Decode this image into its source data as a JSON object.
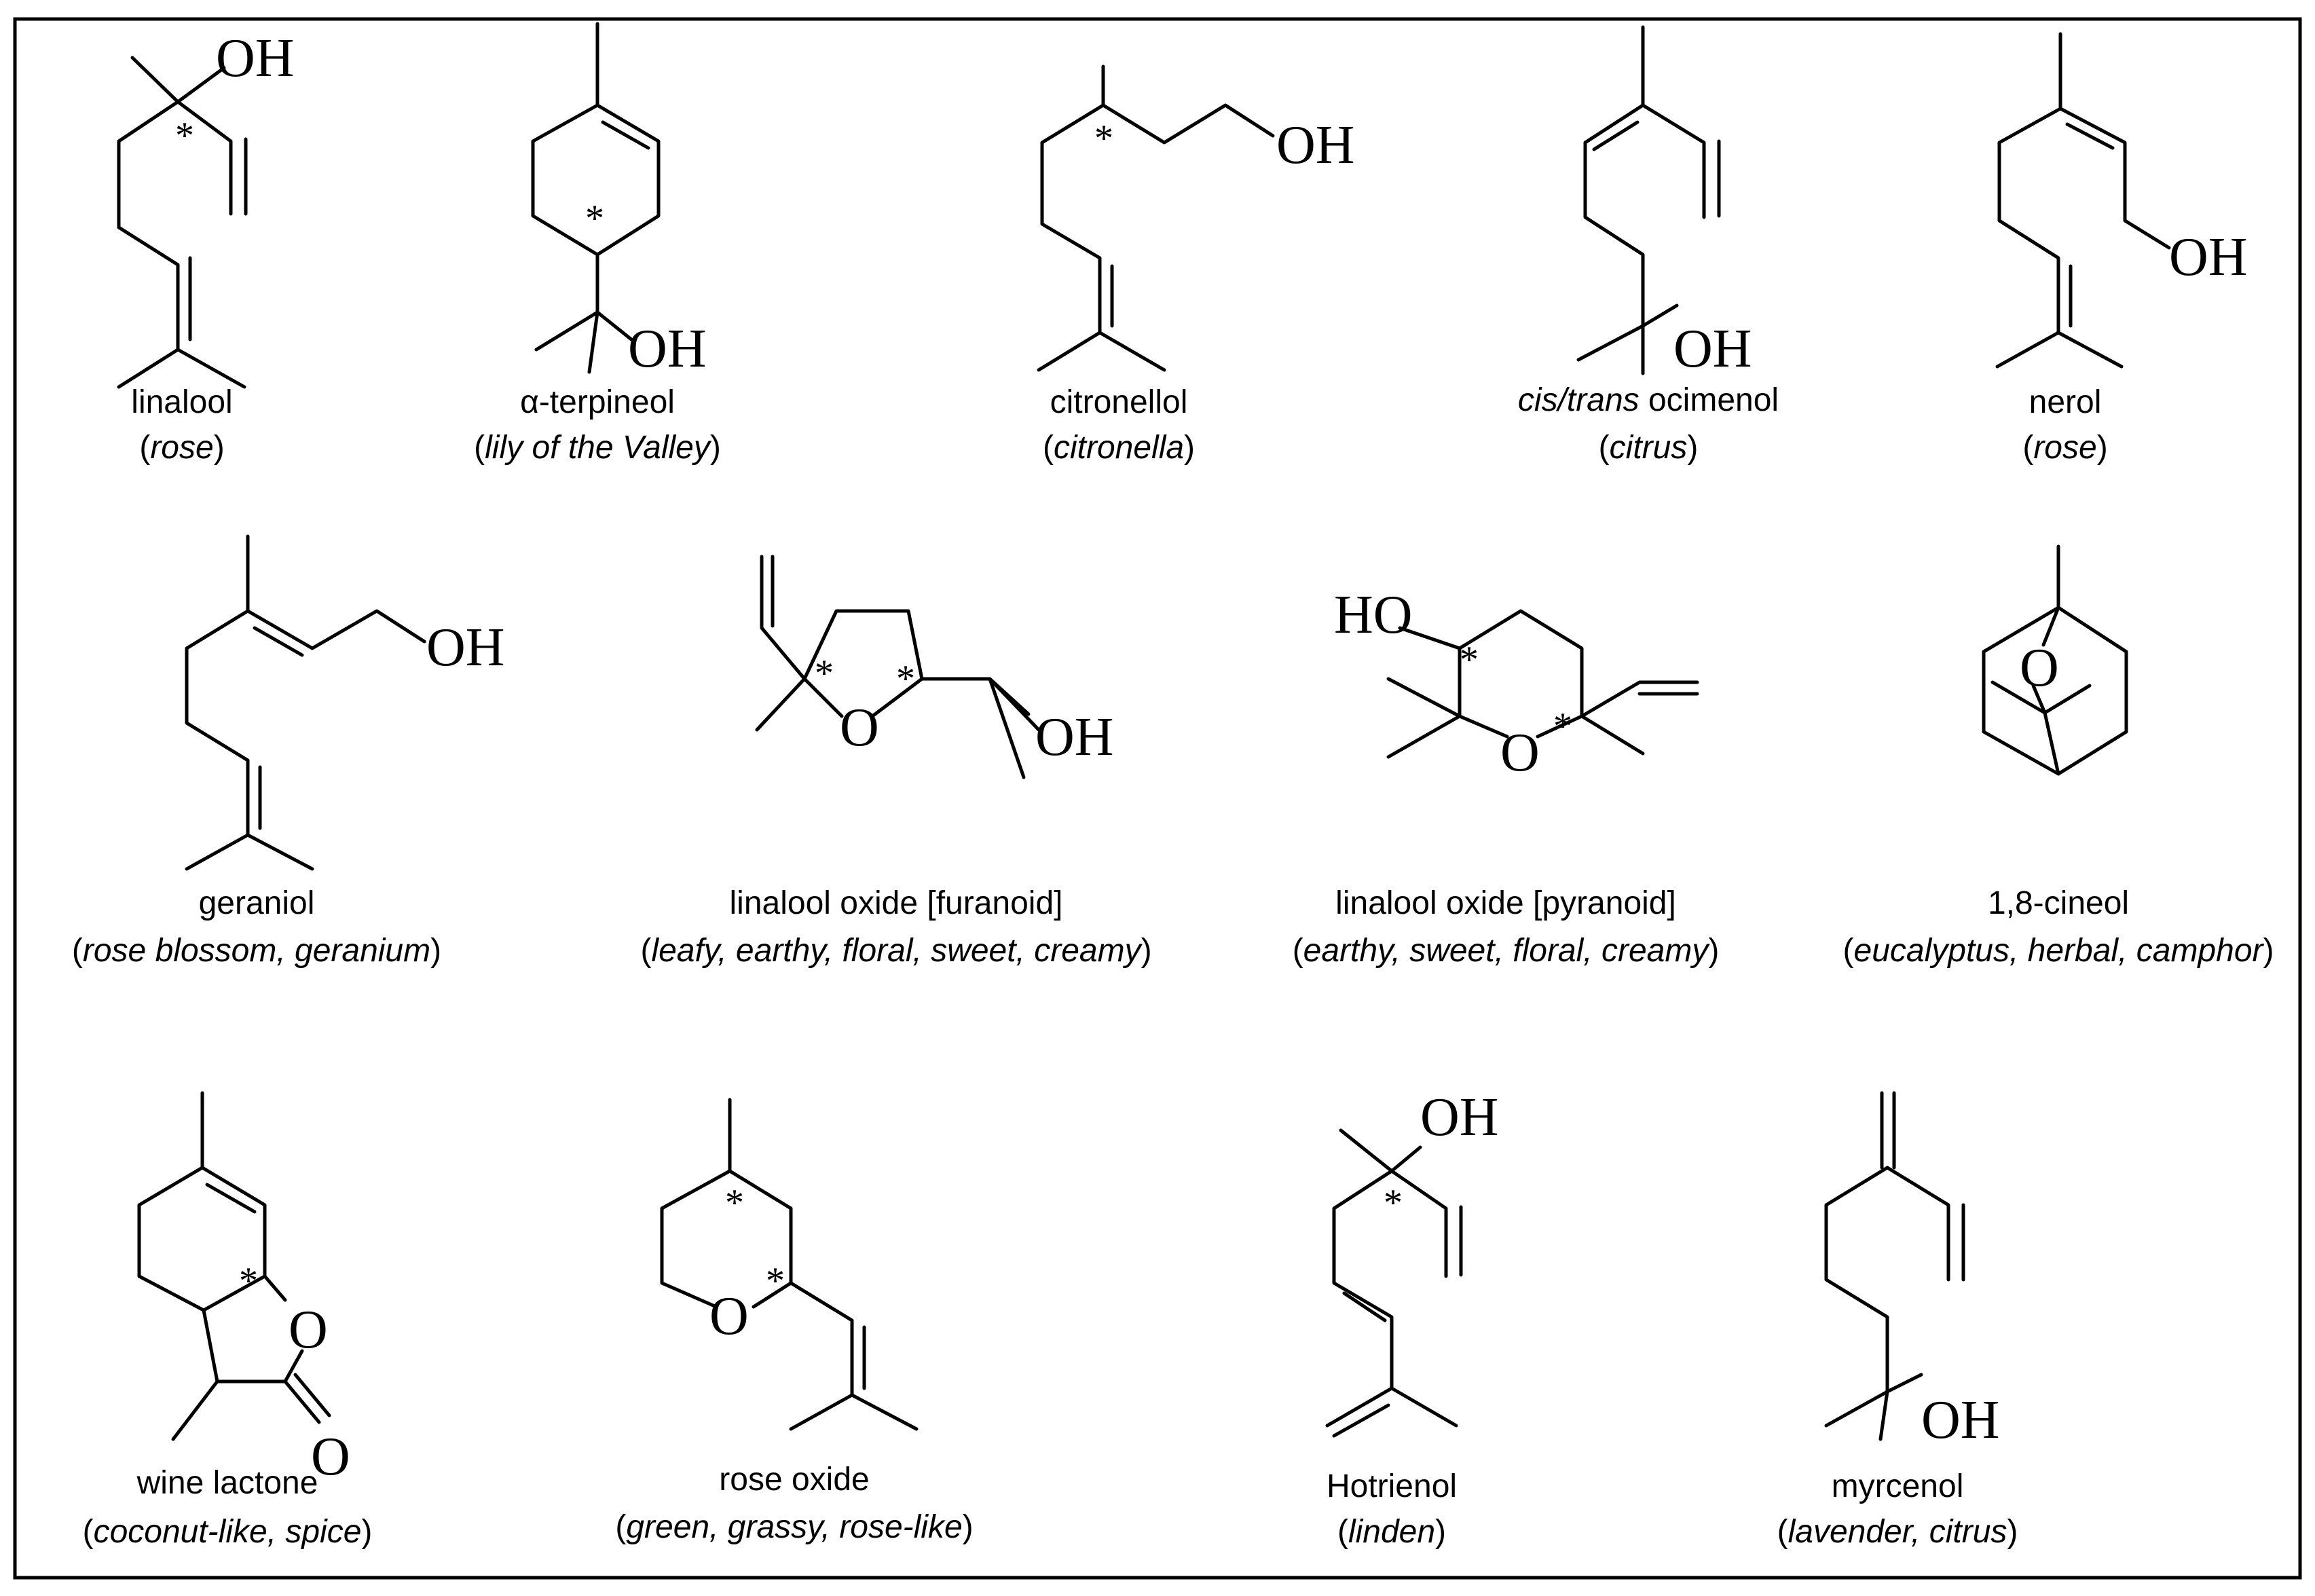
{
  "colors": {
    "ink": "#000000",
    "background": "#ffffff"
  },
  "compounds": [
    {
      "id": "linalool",
      "name": "linalool",
      "odor": "rose"
    },
    {
      "id": "terpineol",
      "name": "α-terpineol",
      "odor": "lily of the Valley"
    },
    {
      "id": "citronellol",
      "name": "citronellol",
      "odor": "citronella"
    },
    {
      "id": "ocimenol",
      "name_italic": "cis/trans",
      "name": " ocimenol",
      "odor": "citrus"
    },
    {
      "id": "nerol",
      "name": "nerol",
      "odor": "rose"
    },
    {
      "id": "geraniol",
      "name": "geraniol",
      "odor": "rose blossom, geranium"
    },
    {
      "id": "linalool-oxide-furanoid",
      "name": "linalool oxide [furanoid]",
      "odor": "leafy, earthy, floral, sweet, creamy"
    },
    {
      "id": "linalool-oxide-pyranoid",
      "name": "linalool oxide [pyranoid]",
      "odor": "earthy, sweet, floral, creamy"
    },
    {
      "id": "cineol",
      "name": "1,8-cineol",
      "odor": "eucalyptus, herbal, camphor"
    },
    {
      "id": "wine-lactone",
      "name": "wine lactone",
      "odor": "coconut-like, spice"
    },
    {
      "id": "rose-oxide",
      "name": "rose oxide",
      "odor": "green, grassy, rose-like"
    },
    {
      "id": "hotrienol",
      "name": "Hotrienol",
      "odor": "linden"
    },
    {
      "id": "myrcenol",
      "name": "myrcenol",
      "odor": "lavender, citrus"
    }
  ],
  "atoms": {
    "oh": "OH",
    "ho": "HO",
    "o": "O",
    "stereocenter": "*"
  }
}
